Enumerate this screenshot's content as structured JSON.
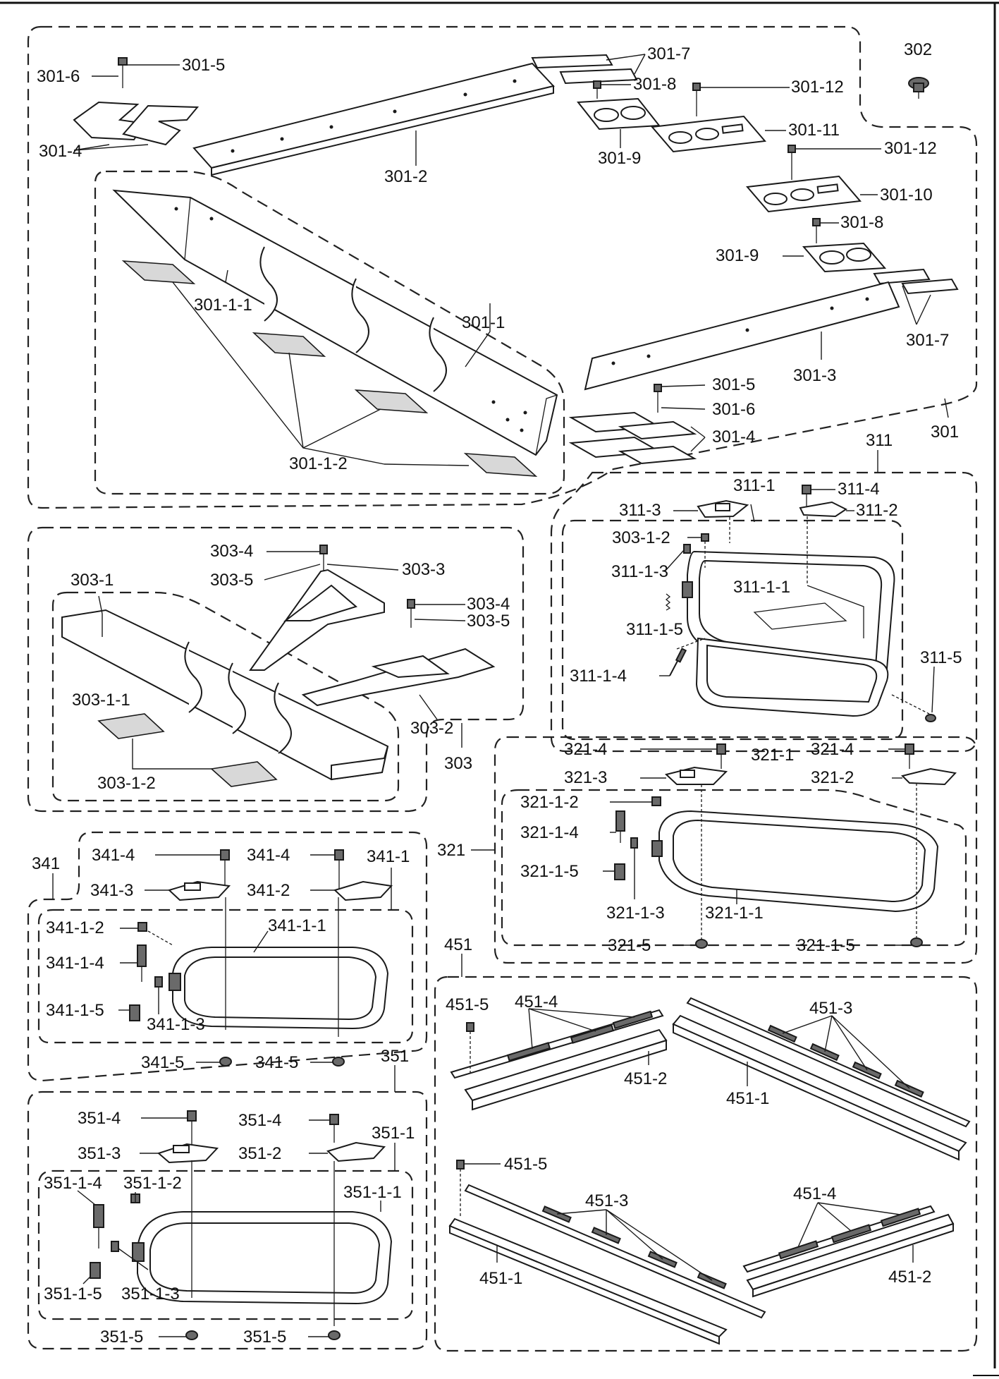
{
  "labels": {
    "g301": "301",
    "p301_1": "301-1",
    "p301_1_1": "301-1-1",
    "p301_1_2": "301-1-2",
    "p301_2": "301-2",
    "p301_3": "301-3",
    "p301_4a": "301-4",
    "p301_4b": "301-4",
    "p301_5a": "301-5",
    "p301_5b": "301-5",
    "p301_6a": "301-6",
    "p301_6b": "301-6",
    "p301_7a": "301-7",
    "p301_7b": "301-7",
    "p301_8a": "301-8",
    "p301_8b": "301-8",
    "p301_9a": "301-9",
    "p301_9b": "301-9",
    "p301_10": "301-10",
    "p301_11": "301-11",
    "p301_12a": "301-12",
    "p301_12b": "301-12",
    "g302": "302",
    "g303": "303",
    "p303_1": "303-1",
    "p303_1_1": "303-1-1",
    "p303_1_2": "303-1-2",
    "p303_2": "303-2",
    "p303_3": "303-3",
    "p303_4a": "303-4",
    "p303_4b": "303-4",
    "p303_5a": "303-5",
    "p303_5b": "303-5",
    "g311": "311",
    "p311_1": "311-1",
    "p311_1_1": "311-1-1",
    "p311_1_3": "311-1-3",
    "p311_1_4": "311-1-4",
    "p311_1_5": "311-1-5",
    "p303_1_2b": "303-1-2",
    "p311_2": "311-2",
    "p311_3": "311-3",
    "p311_4": "311-4",
    "p311_5": "311-5",
    "g321": "321",
    "p321_1": "321-1",
    "p321_1_1": "321-1-1",
    "p321_1_2": "321-1-2",
    "p321_1_3": "321-1-3",
    "p321_1_4": "321-1-4",
    "p321_1_5a": "321-1-5",
    "p321_1_5b": "321-1-5",
    "p321_2": "321-2",
    "p321_3": "321-3",
    "p321_4a": "321-4",
    "p321_4b": "321-4",
    "p321_5": "321-5",
    "g341": "341",
    "p341_1": "341-1",
    "p341_1_1": "341-1-1",
    "p341_1_2": "341-1-2",
    "p341_1_3": "341-1-3",
    "p341_1_4": "341-1-4",
    "p341_1_5": "341-1-5",
    "p341_2": "341-2",
    "p341_3": "341-3",
    "p341_4a": "341-4",
    "p341_4b": "341-4",
    "p341_5a": "341-5",
    "p341_5b": "341-5",
    "g351": "351",
    "p351_1": "351-1",
    "p351_1_1": "351-1-1",
    "p351_1_2": "351-1-2",
    "p351_1_3": "351-1-3",
    "p351_1_4": "351-1-4",
    "p351_1_5": "351-1-5",
    "p351_2": "351-2",
    "p351_3": "351-3",
    "p351_4a": "351-4",
    "p351_4b": "351-4",
    "p351_5a": "351-5",
    "p351_5b": "351-5",
    "g451": "451",
    "p451_1a": "451-1",
    "p451_1b": "451-1",
    "p451_2a": "451-2",
    "p451_2b": "451-2",
    "p451_3a": "451-3",
    "p451_3b": "451-3",
    "p451_4a": "451-4",
    "p451_4b": "451-4",
    "p451_5a": "451-5",
    "p451_5b": "451-5"
  }
}
